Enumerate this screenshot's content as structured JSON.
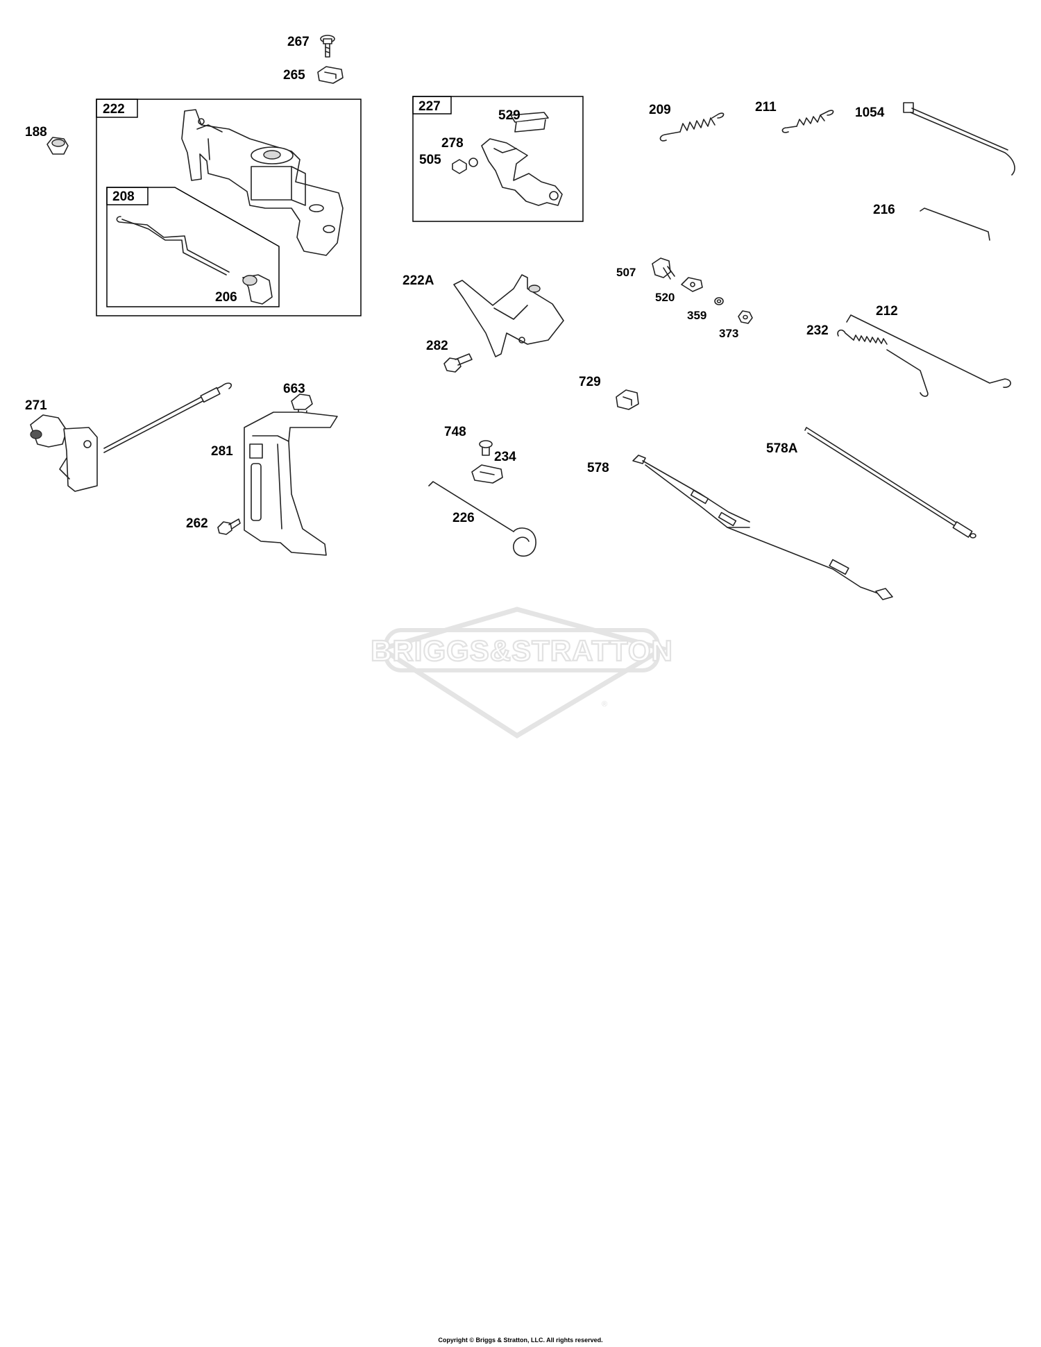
{
  "labels": {
    "p267": "267",
    "p265": "265",
    "p222": "222",
    "p188": "188",
    "p208": "208",
    "p206": "206",
    "p227": "227",
    "p529": "529",
    "p278": "278",
    "p505": "505",
    "p209": "209",
    "p211": "211",
    "p1054": "1054",
    "p216": "216",
    "p222A": "222A",
    "p282": "282",
    "p507": "507",
    "p520": "520",
    "p359": "359",
    "p373": "373",
    "p212": "212",
    "p232": "232",
    "p729": "729",
    "p271": "271",
    "p663": "663",
    "p281": "281",
    "p262": "262",
    "p748": "748",
    "p234": "234",
    "p226": "226",
    "p578": "578",
    "p578A": "578A"
  },
  "watermark": {
    "text": "BRIGGS&STRATTON",
    "mark": "®"
  },
  "footer": {
    "copyright": "Copyright © Briggs & Stratton, LLC. All rights reserved."
  }
}
